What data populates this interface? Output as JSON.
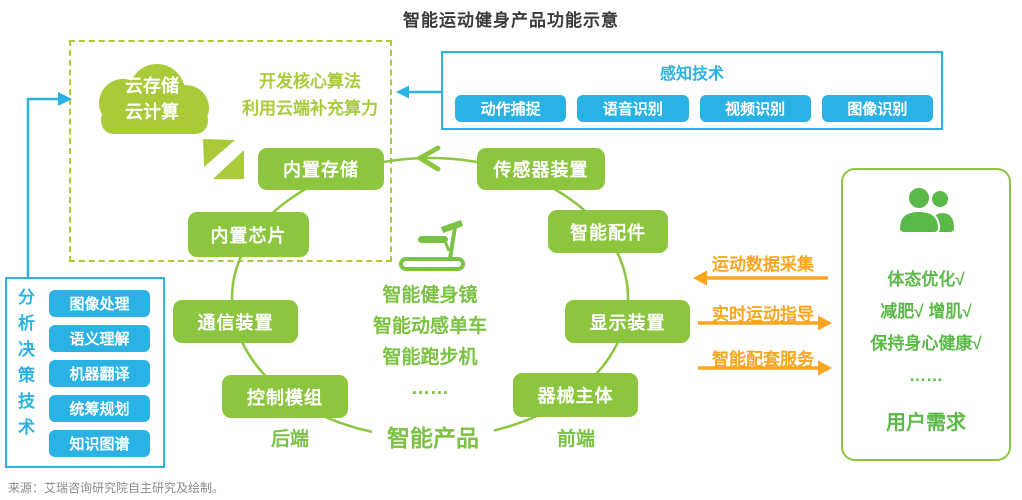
{
  "title": "智能运动健身产品功能示意",
  "source": "来源：艾瑞咨询研究院自主研究及绘制。",
  "colors": {
    "green": "#8CC63F",
    "lime": "#A9CB3A",
    "green-text": "#7CC242",
    "green-deep": "#5BB948",
    "cyan": "#2BB2E5",
    "orange": "#F9A51E",
    "title-color": "#3A3A3A",
    "source-color": "#8A8A8A"
  },
  "cloud": {
    "line1": "云存储",
    "line2": "云计算"
  },
  "cloud_note": {
    "line1": "开发核心算法",
    "line2": "利用云端补充算力"
  },
  "perception": {
    "title": "感知技术",
    "items": [
      "动作捕捉",
      "语音识别",
      "视频识别",
      "图像识别"
    ]
  },
  "analysis": {
    "title": "分析决策技术",
    "items": [
      "图像处理",
      "语义理解",
      "机器翻译",
      "统筹规划",
      "知识图谱"
    ]
  },
  "cycle": {
    "nodes": [
      "内置存储",
      "传感器装置",
      "内置芯片",
      "智能配件",
      "通信装置",
      "显示装置",
      "控制模组",
      "器械主体"
    ]
  },
  "center": {
    "products": [
      "智能健身镜",
      "智能动感单车",
      "智能跑步机",
      "……"
    ],
    "label": "智能产品",
    "back_label": "后端",
    "front_label": "前端"
  },
  "flows": [
    {
      "label": "运动数据采集",
      "direction": "left"
    },
    {
      "label": "实时运动指导",
      "direction": "right"
    },
    {
      "label": "智能配套服务",
      "direction": "right"
    }
  ],
  "user_panel": {
    "items": [
      "体态优化√",
      "减肥√  增肌√",
      "保持身心健康√",
      "……"
    ],
    "title": "用户需求"
  }
}
